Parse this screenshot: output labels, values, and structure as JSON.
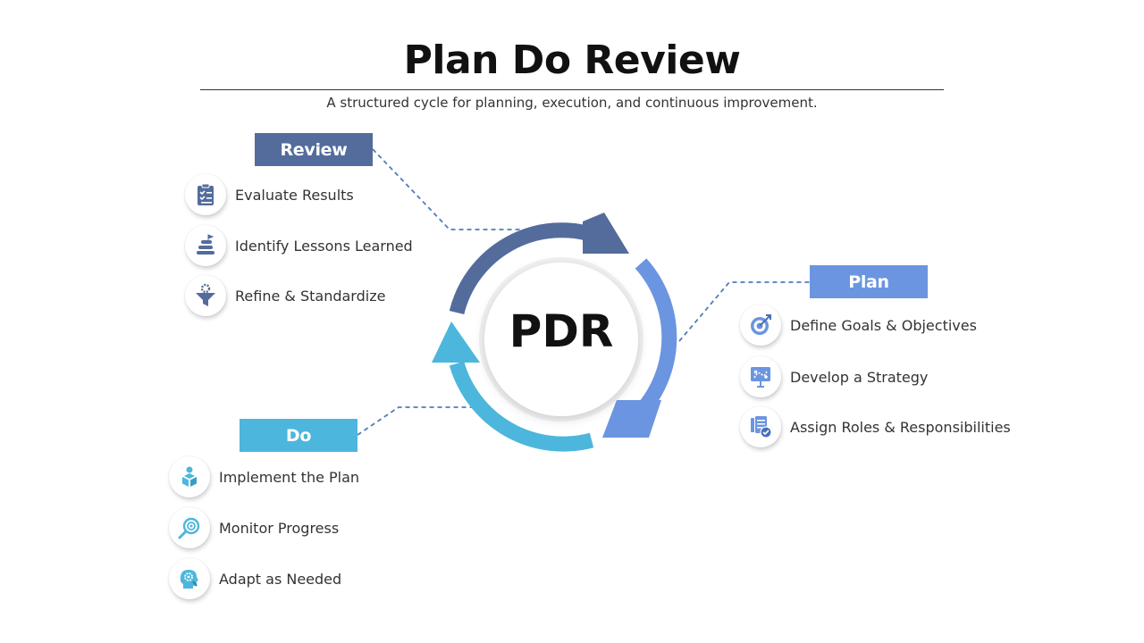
{
  "header": {
    "title": "Plan Do Review",
    "subtitle": "A structured cycle for planning, execution, and continuous improvement."
  },
  "center": {
    "label": "PDR"
  },
  "colors": {
    "review": "#536c9c",
    "plan": "#6b95e0",
    "do": "#4db6dc",
    "connector": "#4f7cb8"
  },
  "stages": {
    "review": {
      "label": "Review",
      "items": [
        {
          "text": "Evaluate Results",
          "icon": "clipboard-checklist-icon"
        },
        {
          "text": "Identify Lessons Learned",
          "icon": "stairs-flag-icon"
        },
        {
          "text": "Refine & Standardize",
          "icon": "funnel-gear-icon"
        }
      ]
    },
    "plan": {
      "label": "Plan",
      "items": [
        {
          "text": "Define Goals & Objectives",
          "icon": "target-arrow-icon"
        },
        {
          "text": "Develop a Strategy",
          "icon": "strategy-board-icon"
        },
        {
          "text": "Assign Roles & Responsibilities",
          "icon": "document-check-icon"
        }
      ]
    },
    "do": {
      "label": "Do",
      "items": [
        {
          "text": "Implement the Plan",
          "icon": "person-box-icon"
        },
        {
          "text": "Monitor Progress",
          "icon": "magnifier-target-icon"
        },
        {
          "text": "Adapt as Needed",
          "icon": "head-gear-icon"
        }
      ]
    }
  }
}
